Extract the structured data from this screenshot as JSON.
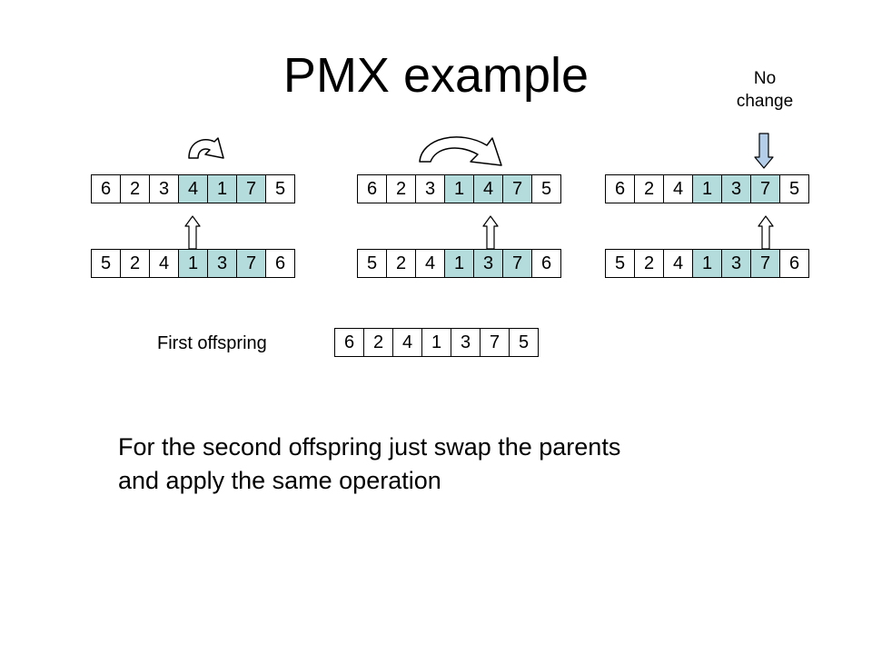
{
  "title": "PMX example",
  "note": [
    "No",
    "change"
  ],
  "label": "First offspring",
  "description": [
    "For the second offspring just swap the parents",
    "and apply the same operation"
  ],
  "colors": {
    "highlight": "#b4dcdc",
    "arrow_fill": "#ffffff",
    "arrow_stroke": "#000000",
    "down_arrow_fill": "#b4cde8"
  },
  "icons": [
    "curved-arrow-icon",
    "up-arrow-icon",
    "down-arrow-icon"
  ],
  "strips": {
    "top_1": {
      "values": [
        "6",
        "2",
        "3",
        "4",
        "1",
        "7",
        "5"
      ],
      "highlight": [
        false,
        false,
        false,
        true,
        true,
        true,
        false
      ]
    },
    "top_2": {
      "values": [
        "6",
        "2",
        "3",
        "1",
        "4",
        "7",
        "5"
      ],
      "highlight": [
        false,
        false,
        false,
        true,
        true,
        true,
        false
      ]
    },
    "top_3": {
      "values": [
        "6",
        "2",
        "4",
        "1",
        "3",
        "7",
        "5"
      ],
      "highlight": [
        false,
        false,
        false,
        true,
        true,
        true,
        false
      ]
    },
    "bottom_1": {
      "values": [
        "5",
        "2",
        "4",
        "1",
        "3",
        "7",
        "6"
      ],
      "highlight": [
        false,
        false,
        false,
        true,
        true,
        true,
        false
      ]
    },
    "bottom_2": {
      "values": [
        "5",
        "2",
        "4",
        "1",
        "3",
        "7",
        "6"
      ],
      "highlight": [
        false,
        false,
        false,
        true,
        true,
        true,
        false
      ]
    },
    "bottom_3": {
      "values": [
        "5",
        "2",
        "4",
        "1",
        "3",
        "7",
        "6"
      ],
      "highlight": [
        false,
        false,
        false,
        true,
        true,
        true,
        false
      ]
    },
    "offspring": {
      "values": [
        "6",
        "2",
        "4",
        "1",
        "3",
        "7",
        "5"
      ],
      "highlight": [
        false,
        false,
        false,
        false,
        false,
        false,
        false
      ]
    }
  }
}
